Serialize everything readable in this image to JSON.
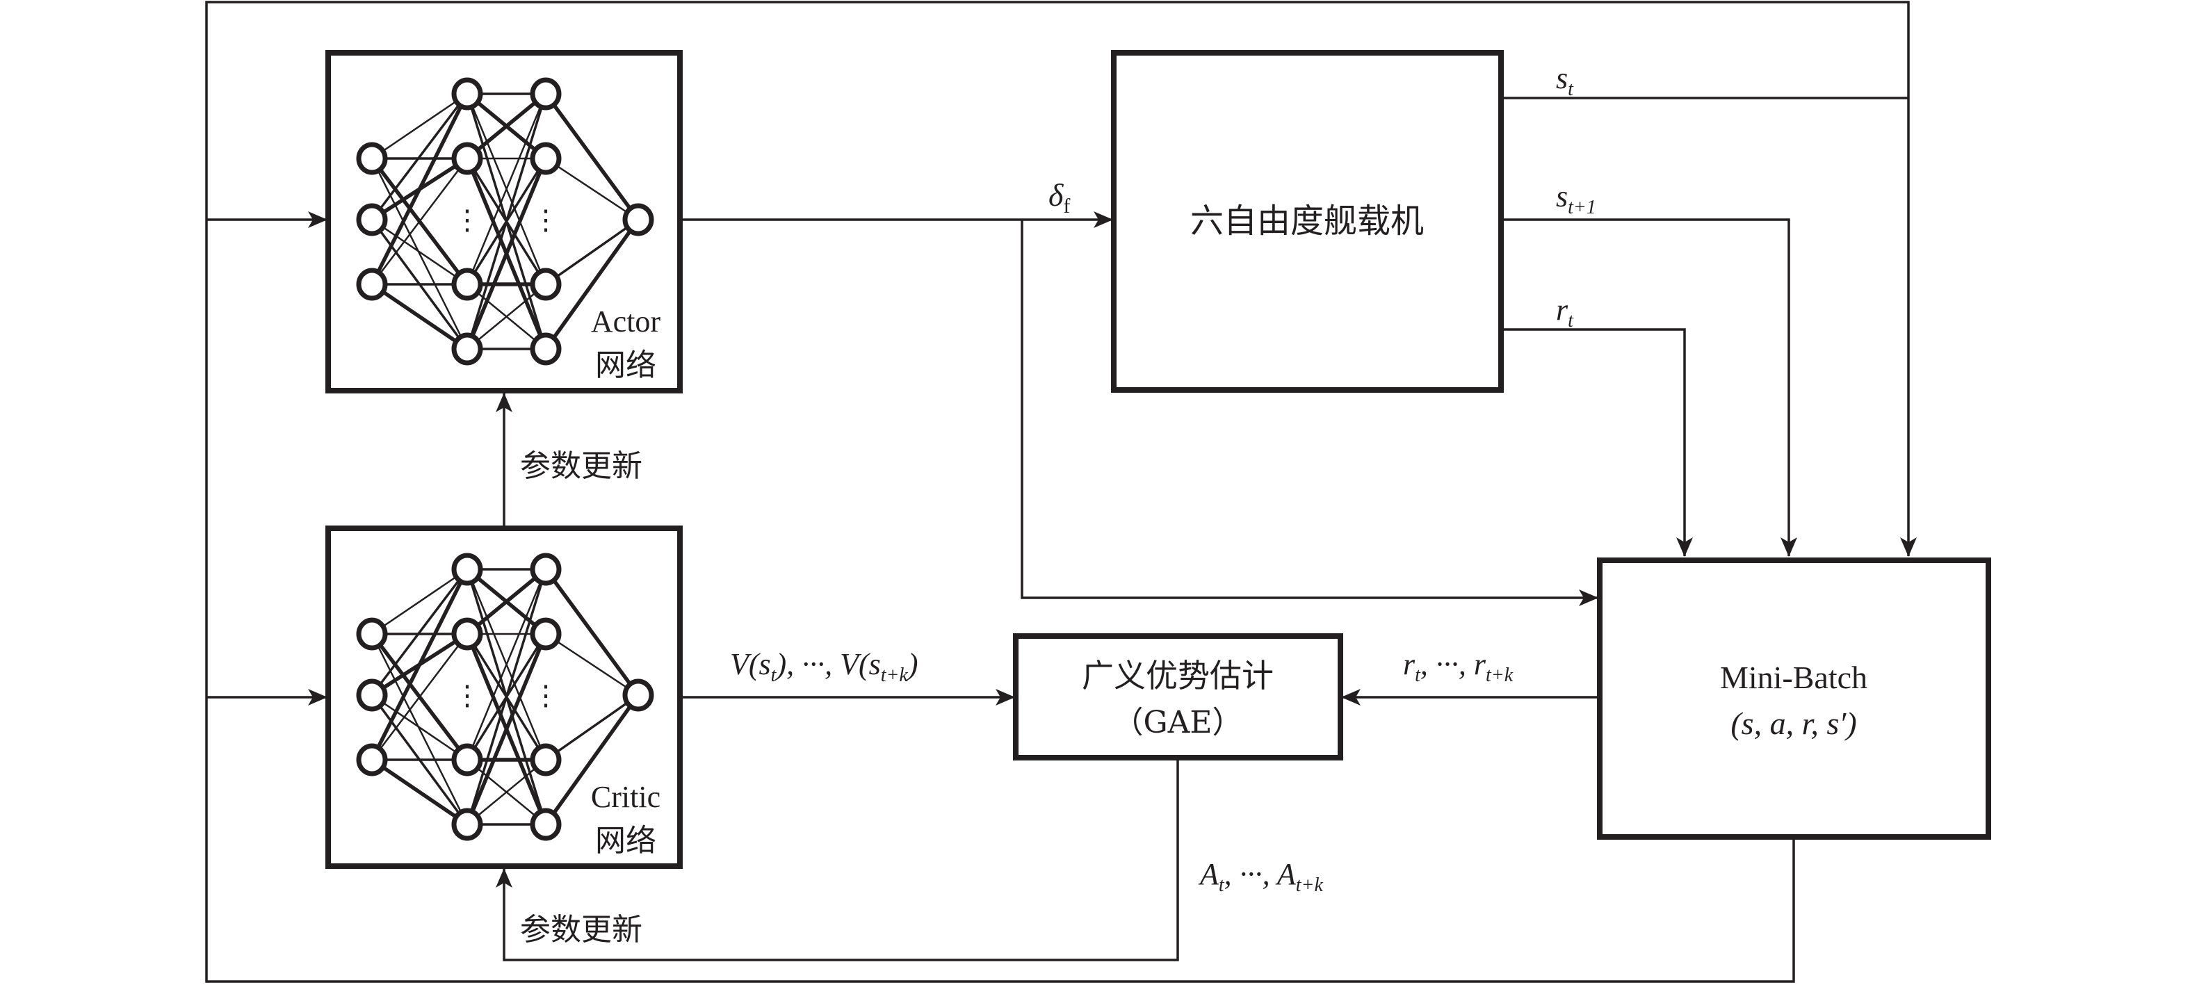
{
  "colors": {
    "ink": "#231f20",
    "background": "#ffffff"
  },
  "blocks": {
    "actor": {
      "name": "Actor",
      "subtitle": "网络"
    },
    "critic": {
      "name": "Critic",
      "subtitle": "网络"
    },
    "plant": {
      "label": "六自由度舰载机"
    },
    "gae": {
      "line1": "广义优势估计",
      "line2": "（GAE）"
    },
    "minibatch": {
      "line1": "Mini-Batch",
      "line2": "(s, a, r, s′)"
    }
  },
  "signals": {
    "action": {
      "main": "δ",
      "sub": "f"
    },
    "state": {
      "main": "s",
      "sub": "t"
    },
    "next_state": {
      "main": "s",
      "sub": "t+1"
    },
    "reward": {
      "main": "r",
      "sub": "t"
    },
    "values": "V(s_t), ···, V(s_t+k)",
    "values_parts": {
      "v": "V(s",
      "t": "t",
      "mid": "), ···, V(s",
      "tk": "t+k",
      "end": ")"
    },
    "rewards_parts": {
      "r1": "r",
      "t": "t",
      "mid": ", ···, r",
      "tk": "t+k"
    },
    "advantages_parts": {
      "a1": "A",
      "t": "t",
      "mid": ", ···, A",
      "tk": "t+k"
    }
  },
  "annotations": {
    "actor_update": "参数更新",
    "critic_update": "参数更新"
  },
  "network": {
    "layers": [
      3,
      4,
      4,
      1
    ],
    "hidden_ellipsis": "⋮"
  }
}
